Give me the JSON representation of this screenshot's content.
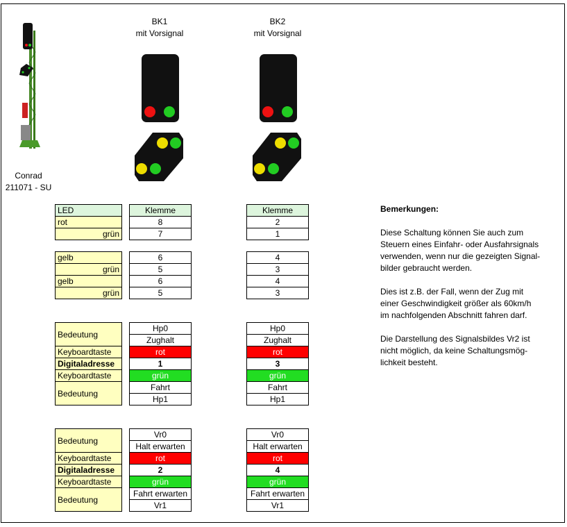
{
  "signal_photo": {
    "brand": "Conrad",
    "article": "211071 - SU"
  },
  "bk1": {
    "title": "BK1",
    "subtitle": "mit Vorsignal"
  },
  "bk2": {
    "title": "BK2",
    "subtitle": "mit Vorsignal"
  },
  "table_led": {
    "labels": [
      "LED",
      "rot",
      "grün"
    ],
    "bk1": [
      "Klemme",
      "8",
      "7"
    ],
    "bk2": [
      "Klemme",
      "2",
      "1"
    ]
  },
  "table_vor": {
    "labels": [
      "gelb",
      "grün",
      "gelb",
      "grün"
    ],
    "bk1": [
      "6",
      "5",
      "6",
      "5"
    ],
    "bk2": [
      "4",
      "3",
      "4",
      "3"
    ]
  },
  "table_hp": {
    "labels": [
      "Bedeutung",
      "Keyboardtaste",
      "Digitaladresse",
      "Keyboardtaste",
      "Bedeutung"
    ],
    "bk1": [
      "Hp0",
      "Zughalt",
      "rot",
      "1",
      "grün",
      "Fahrt",
      "Hp1"
    ],
    "bk2": [
      "Hp0",
      "Zughalt",
      "rot",
      "3",
      "grün",
      "Fahrt",
      "Hp1"
    ]
  },
  "table_vr": {
    "labels": [
      "Bedeutung",
      "Keyboardtaste",
      "Digitaladresse",
      "Keyboardtaste",
      "Bedeutung"
    ],
    "bk1": [
      "Vr0",
      "Halt erwarten",
      "rot",
      "2",
      "grün",
      "Fahrt erwarten",
      "Vr1"
    ],
    "bk2": [
      "Vr0",
      "Halt erwarten",
      "rot",
      "4",
      "grün",
      "Fahrt erwarten",
      "Vr1"
    ]
  },
  "remarks": {
    "title": "Bemerkungen:",
    "p1": [
      "Diese Schaltung können Sie auch zum",
      "Steuern eines Einfahr- oder Ausfahrsignals",
      "verwenden, wenn nur die gezeigten Signal-",
      "bilder gebraucht werden."
    ],
    "p2": [
      "Dies ist z.B. der Fall, wenn der Zug mit",
      "einer Geschwindigkeit größer als 60km/h",
      "im nachfolgenden Abschnitt fahren darf."
    ],
    "p3": [
      "Die Darstellung des Signalsbildes Vr2 ist",
      "nicht möglich, da keine Schaltungsmög-",
      "lichkeit besteht."
    ]
  },
  "colors": {
    "red": "#ff0000",
    "green": "#22dd22",
    "yellow": "#ffffc0",
    "led_red": "#ee1111",
    "led_green": "#22cc22",
    "led_yellow": "#eedd00"
  }
}
